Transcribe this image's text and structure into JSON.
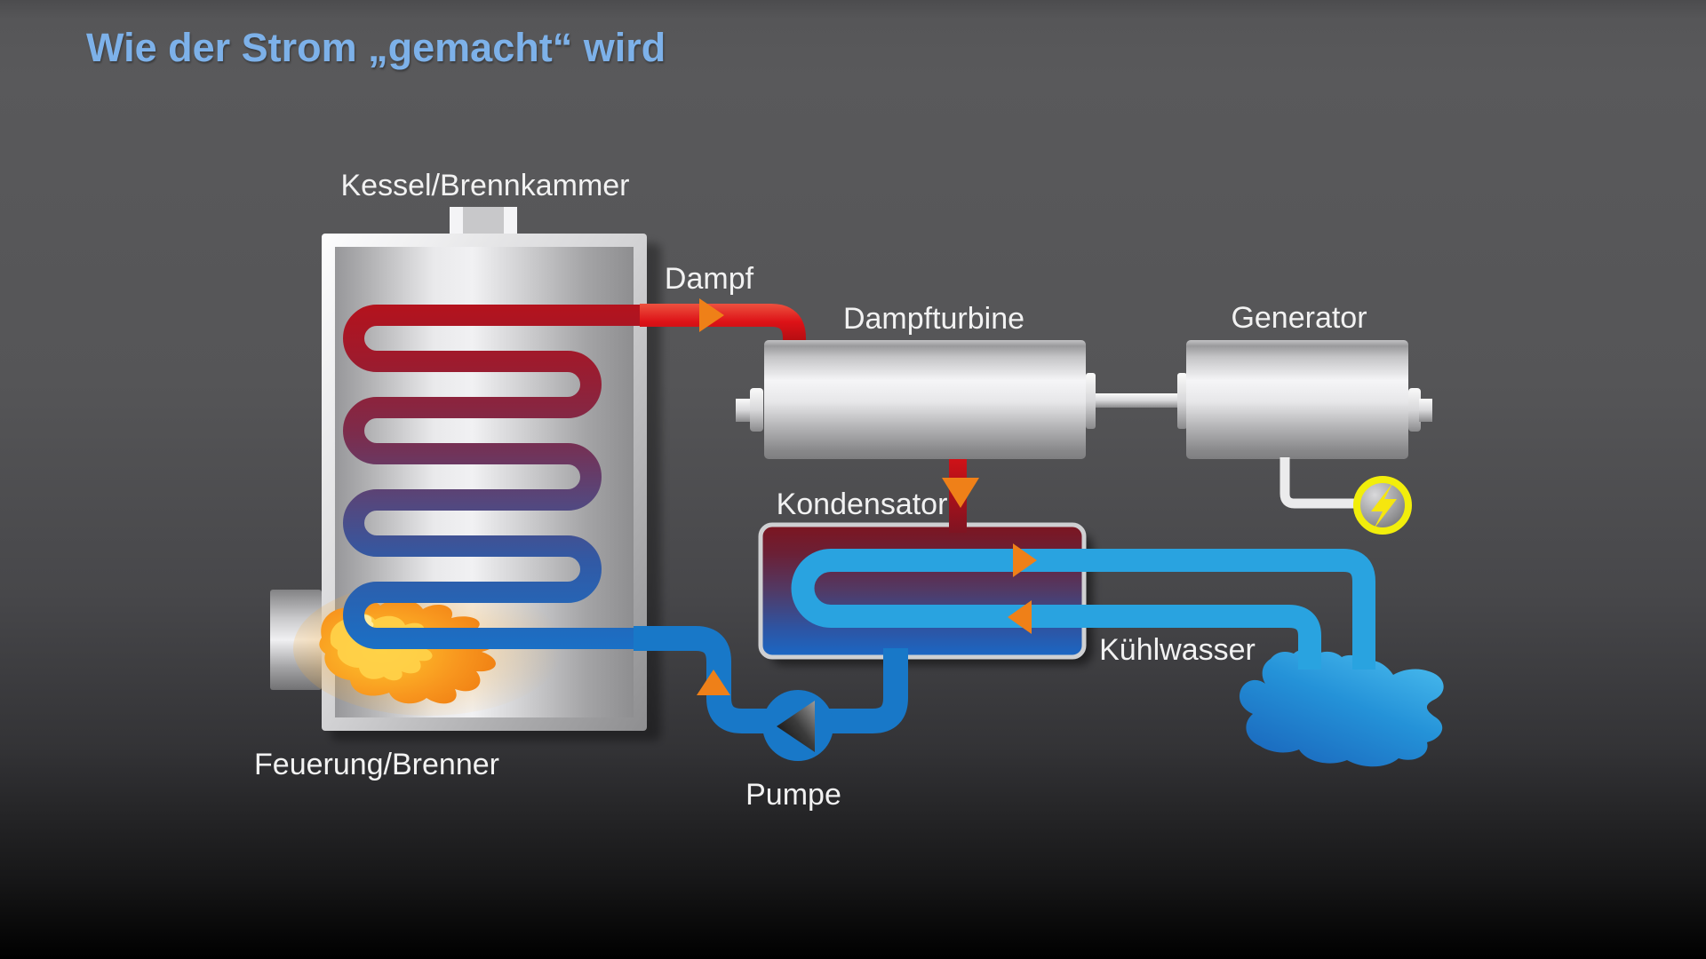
{
  "title": "Wie der Strom „gemacht“ wird",
  "labels": {
    "boiler": "Kessel/Brennkammer",
    "steam": "Dampf",
    "steam_turbine": "Dampfturbine",
    "generator": "Generator",
    "condenser": "Kondensator",
    "cooling_water": "Kühlwasser",
    "firing_burner": "Feuerung/Brenner",
    "pump": "Pumpe"
  },
  "colors": {
    "title_text": "#7db1e9",
    "label_text": "#f2f2f2",
    "background_top": "#58585a",
    "background_bottom": "#000000",
    "steam_pipe_red": "#d61217",
    "feedwater_pipe_blue": "#1878c8",
    "cooling_pipe_blue": "#29a3e0",
    "condenser_top_red": "#7d1520",
    "condenser_bottom_blue": "#1a68c6",
    "flow_arrow_orange": "#ef8018",
    "flame_orange": "#f6921e",
    "lightning_yellow": "#f2ee0b",
    "metal_light": "#f2f2f4",
    "metal_dark": "#8a8a8c"
  },
  "icons": {
    "lightning": "lightning-bolt-icon",
    "pump_rotor": "pump-triangle-icon",
    "flow_arrows": "orange flow arrows: right (steam), down (to condenser), right and left (cooling water), up (feedwater)"
  }
}
